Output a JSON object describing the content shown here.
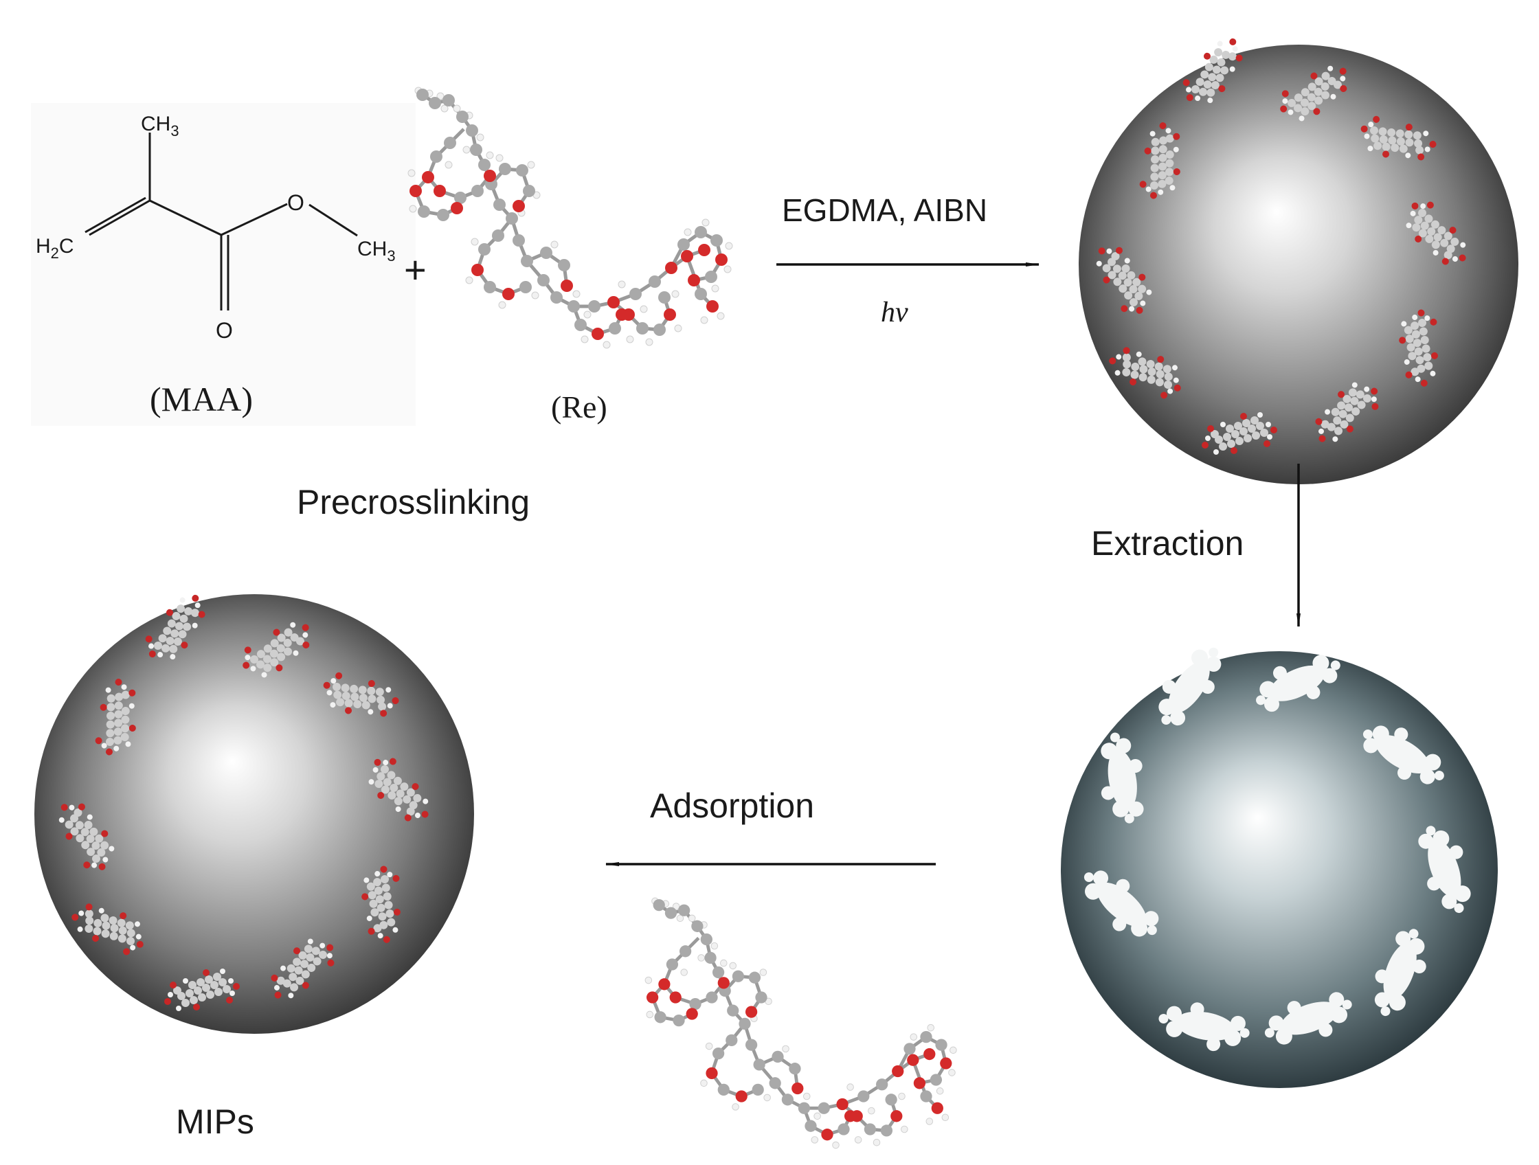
{
  "maa": {
    "ch3_top": "CH3",
    "h2c": "H2C",
    "o_ester": "O",
    "ch3_right": "CH3",
    "o_carbonyl": "O",
    "label": "(MAA)"
  },
  "plus_sign": "+",
  "re": {
    "label": "(Re)"
  },
  "reaction": {
    "reagents": "EGDMA, AIBN",
    "condition": "hv"
  },
  "captions": {
    "precrosslinking": "Precrosslinking",
    "extraction": "Extraction",
    "adsorption": "Adsorption",
    "mips": "MIPs"
  },
  "colors": {
    "oxygen_atom": "#d42a2a",
    "carbon_atom": "#a9a9a9",
    "hydrogen_atom": "#eeeeee",
    "bond": "#9a9a9a",
    "arrow": "#111111",
    "sphere_gray_edge": "#141414",
    "sphere_teal_edge": "#0f1a1d",
    "cavity": "#f4f6f6"
  }
}
